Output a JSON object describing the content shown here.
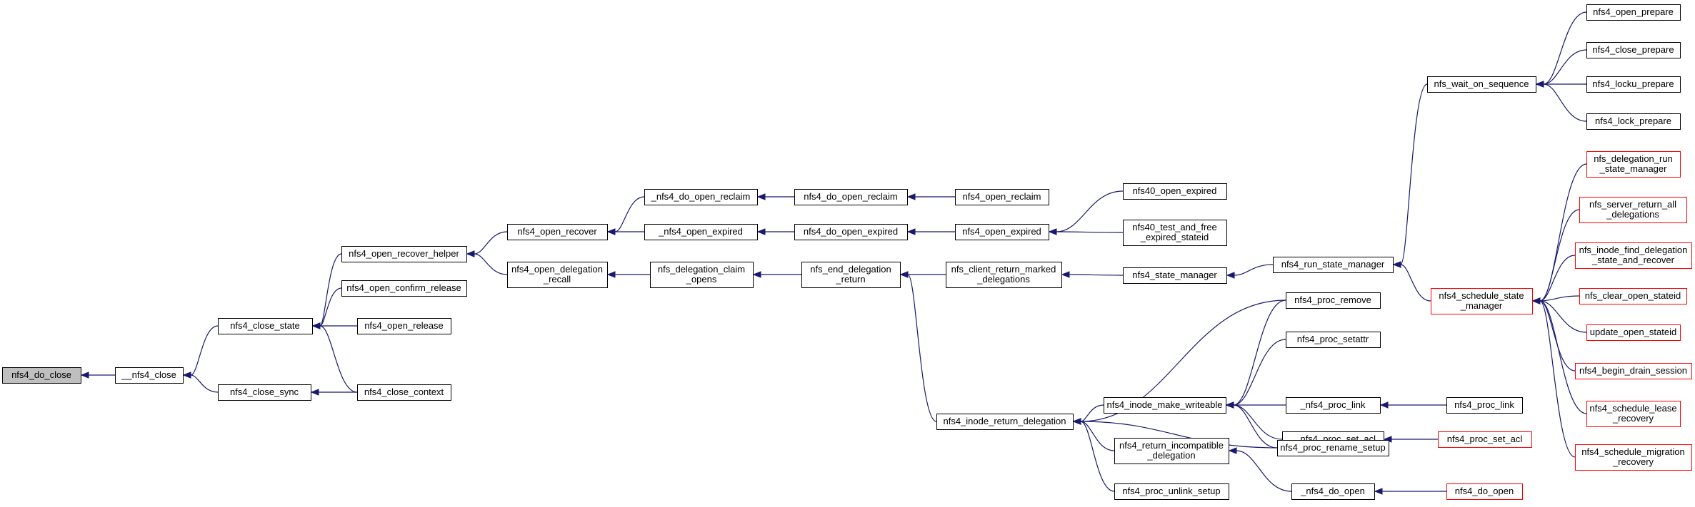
{
  "colors": {
    "edge": "#191970",
    "node_border": "#000000",
    "node_truncated_border": "#ff0000",
    "focus_fill": "#bfbfbf",
    "node_fill": "#ffffff"
  },
  "nodes": [
    {
      "id": "nfs4_do_close",
      "lines": [
        "nfs4_do_close"
      ],
      "focus": true
    },
    {
      "id": "__nfs4_close",
      "lines": [
        "__nfs4_close"
      ]
    },
    {
      "id": "nfs4_close_state",
      "lines": [
        "nfs4_close_state"
      ]
    },
    {
      "id": "nfs4_close_sync",
      "lines": [
        "nfs4_close_sync"
      ]
    },
    {
      "id": "nfs4_open_recover_helper",
      "lines": [
        "nfs4_open_recover_helper"
      ]
    },
    {
      "id": "nfs4_open_confirm_release",
      "lines": [
        "nfs4_open_confirm_release"
      ]
    },
    {
      "id": "nfs4_open_release",
      "lines": [
        "nfs4_open_release"
      ]
    },
    {
      "id": "nfs4_close_context",
      "lines": [
        "nfs4_close_context"
      ]
    },
    {
      "id": "nfs4_open_recover",
      "lines": [
        "nfs4_open_recover"
      ]
    },
    {
      "id": "nfs4_open_delegation_recall",
      "lines": [
        "nfs4_open_delegation",
        "_recall"
      ]
    },
    {
      "id": "_nfs4_do_open_reclaim",
      "lines": [
        "_nfs4_do_open_reclaim"
      ]
    },
    {
      "id": "_nfs4_open_expired",
      "lines": [
        "_nfs4_open_expired"
      ]
    },
    {
      "id": "nfs_delegation_claim_opens",
      "lines": [
        "nfs_delegation_claim",
        "_opens"
      ]
    },
    {
      "id": "nfs4_do_open_reclaim",
      "lines": [
        "nfs4_do_open_reclaim"
      ]
    },
    {
      "id": "nfs4_do_open_expired",
      "lines": [
        "nfs4_do_open_expired"
      ]
    },
    {
      "id": "nfs_end_delegation_return",
      "lines": [
        "nfs_end_delegation",
        "_return"
      ]
    },
    {
      "id": "nfs4_open_reclaim",
      "lines": [
        "nfs4_open_reclaim"
      ]
    },
    {
      "id": "nfs4_open_expired",
      "lines": [
        "nfs4_open_expired"
      ]
    },
    {
      "id": "nfs_client_return_marked_delegations",
      "lines": [
        "nfs_client_return_marked",
        "_delegations"
      ]
    },
    {
      "id": "nfs4_inode_return_delegation",
      "lines": [
        "nfs4_inode_return_delegation"
      ]
    },
    {
      "id": "nfs40_open_expired",
      "lines": [
        "nfs40_open_expired"
      ]
    },
    {
      "id": "nfs40_test_and_free_expired_stateid",
      "lines": [
        "nfs40_test_and_free",
        "_expired_stateid"
      ]
    },
    {
      "id": "nfs4_state_manager",
      "lines": [
        "nfs4_state_manager"
      ]
    },
    {
      "id": "nfs4_inode_make_writeable",
      "lines": [
        "nfs4_inode_make_writeable"
      ]
    },
    {
      "id": "nfs4_return_incompatible_delegation",
      "lines": [
        "nfs4_return_incompatible",
        "_delegation"
      ]
    },
    {
      "id": "nfs4_proc_unlink_setup",
      "lines": [
        "nfs4_proc_unlink_setup"
      ]
    },
    {
      "id": "nfs4_run_state_manager",
      "lines": [
        "nfs4_run_state_manager"
      ]
    },
    {
      "id": "nfs4_proc_remove",
      "lines": [
        "nfs4_proc_remove"
      ]
    },
    {
      "id": "nfs4_proc_setattr",
      "lines": [
        "nfs4_proc_setattr"
      ]
    },
    {
      "id": "_nfs4_proc_link",
      "lines": [
        "_nfs4_proc_link"
      ]
    },
    {
      "id": "__nfs4_proc_set_acl",
      "lines": [
        "__nfs4_proc_set_acl"
      ]
    },
    {
      "id": "nfs4_proc_rename_setup",
      "lines": [
        "nfs4_proc_rename_setup"
      ]
    },
    {
      "id": "_nfs4_do_open",
      "lines": [
        "_nfs4_do_open"
      ]
    },
    {
      "id": "nfs_wait_on_sequence",
      "lines": [
        "nfs_wait_on_sequence"
      ]
    },
    {
      "id": "nfs4_schedule_state_manager",
      "lines": [
        "nfs4_schedule_state",
        "_manager"
      ],
      "truncated": true
    },
    {
      "id": "nfs4_proc_link",
      "lines": [
        "nfs4_proc_link"
      ]
    },
    {
      "id": "nfs4_proc_set_acl",
      "lines": [
        "nfs4_proc_set_acl"
      ],
      "truncated": true
    },
    {
      "id": "nfs4_do_open",
      "lines": [
        "nfs4_do_open"
      ],
      "truncated": true
    },
    {
      "id": "nfs4_open_prepare",
      "lines": [
        "nfs4_open_prepare"
      ]
    },
    {
      "id": "nfs4_close_prepare",
      "lines": [
        "nfs4_close_prepare"
      ]
    },
    {
      "id": "nfs4_locku_prepare",
      "lines": [
        "nfs4_locku_prepare"
      ]
    },
    {
      "id": "nfs4_lock_prepare",
      "lines": [
        "nfs4_lock_prepare"
      ]
    },
    {
      "id": "nfs_delegation_run_state_manager",
      "lines": [
        "nfs_delegation_run",
        "_state_manager"
      ],
      "truncated": true
    },
    {
      "id": "nfs_server_return_all_delegations",
      "lines": [
        "nfs_server_return_all",
        "_delegations"
      ],
      "truncated": true
    },
    {
      "id": "nfs_inode_find_delegation_state_and_recover",
      "lines": [
        "nfs_inode_find_delegation",
        "_state_and_recover"
      ],
      "truncated": true
    },
    {
      "id": "nfs_clear_open_stateid",
      "lines": [
        "nfs_clear_open_stateid"
      ],
      "truncated": true
    },
    {
      "id": "update_open_stateid",
      "lines": [
        "update_open_stateid"
      ],
      "truncated": true
    },
    {
      "id": "nfs4_begin_drain_session",
      "lines": [
        "nfs4_begin_drain_session"
      ],
      "truncated": true
    },
    {
      "id": "nfs4_schedule_lease_recovery",
      "lines": [
        "nfs4_schedule_lease",
        "_recovery"
      ],
      "truncated": true
    },
    {
      "id": "nfs4_schedule_migration_recovery",
      "lines": [
        "nfs4_schedule_migration",
        "_recovery"
      ],
      "truncated": true
    }
  ],
  "edges": [
    [
      "__nfs4_close",
      "nfs4_do_close"
    ],
    [
      "nfs4_close_state",
      "__nfs4_close"
    ],
    [
      "nfs4_close_sync",
      "__nfs4_close"
    ],
    [
      "nfs4_open_recover_helper",
      "nfs4_close_state"
    ],
    [
      "nfs4_open_confirm_release",
      "nfs4_close_state"
    ],
    [
      "nfs4_open_release",
      "nfs4_close_state"
    ],
    [
      "nfs4_close_context",
      "nfs4_close_state"
    ],
    [
      "nfs4_close_context",
      "nfs4_close_sync"
    ],
    [
      "nfs4_open_recover",
      "nfs4_open_recover_helper"
    ],
    [
      "nfs4_open_delegation_recall",
      "nfs4_open_recover_helper"
    ],
    [
      "_nfs4_do_open_reclaim",
      "nfs4_open_recover"
    ],
    [
      "_nfs4_open_expired",
      "nfs4_open_recover"
    ],
    [
      "nfs_delegation_claim_opens",
      "nfs4_open_delegation_recall"
    ],
    [
      "nfs4_do_open_reclaim",
      "_nfs4_do_open_reclaim"
    ],
    [
      "nfs4_do_open_expired",
      "_nfs4_open_expired"
    ],
    [
      "nfs_end_delegation_return",
      "nfs_delegation_claim_opens"
    ],
    [
      "nfs4_open_reclaim",
      "nfs4_do_open_reclaim"
    ],
    [
      "nfs4_open_expired",
      "nfs4_do_open_expired"
    ],
    [
      "nfs_client_return_marked_delegations",
      "nfs_end_delegation_return"
    ],
    [
      "nfs4_inode_return_delegation",
      "nfs_end_delegation_return"
    ],
    [
      "nfs40_open_expired",
      "nfs4_open_expired"
    ],
    [
      "nfs40_test_and_free_expired_stateid",
      "nfs4_open_expired"
    ],
    [
      "nfs4_state_manager",
      "nfs_client_return_marked_delegations"
    ],
    [
      "nfs4_inode_make_writeable",
      "nfs4_inode_return_delegation"
    ],
    [
      "nfs4_proc_remove",
      "nfs4_inode_return_delegation"
    ],
    [
      "nfs4_return_incompatible_delegation",
      "nfs4_inode_return_delegation"
    ],
    [
      "nfs4_proc_rename_setup",
      "nfs4_inode_return_delegation"
    ],
    [
      "nfs4_proc_unlink_setup",
      "nfs4_inode_return_delegation"
    ],
    [
      "nfs4_run_state_manager",
      "nfs4_state_manager"
    ],
    [
      "nfs4_proc_remove",
      "nfs4_inode_make_writeable"
    ],
    [
      "nfs4_proc_setattr",
      "nfs4_inode_make_writeable"
    ],
    [
      "_nfs4_proc_link",
      "nfs4_inode_make_writeable"
    ],
    [
      "__nfs4_proc_set_acl",
      "nfs4_inode_make_writeable"
    ],
    [
      "nfs4_proc_rename_setup",
      "nfs4_inode_make_writeable"
    ],
    [
      "_nfs4_do_open",
      "nfs4_return_incompatible_delegation"
    ],
    [
      "nfs_wait_on_sequence",
      "nfs4_run_state_manager"
    ],
    [
      "nfs4_schedule_state_manager",
      "nfs4_run_state_manager"
    ],
    [
      "nfs4_proc_link",
      "_nfs4_proc_link"
    ],
    [
      "nfs4_proc_set_acl",
      "__nfs4_proc_set_acl"
    ],
    [
      "nfs4_do_open",
      "_nfs4_do_open"
    ],
    [
      "nfs4_open_prepare",
      "nfs_wait_on_sequence"
    ],
    [
      "nfs4_close_prepare",
      "nfs_wait_on_sequence"
    ],
    [
      "nfs4_locku_prepare",
      "nfs_wait_on_sequence"
    ],
    [
      "nfs4_lock_prepare",
      "nfs_wait_on_sequence"
    ],
    [
      "nfs_delegation_run_state_manager",
      "nfs4_schedule_state_manager"
    ],
    [
      "nfs_server_return_all_delegations",
      "nfs4_schedule_state_manager"
    ],
    [
      "nfs_inode_find_delegation_state_and_recover",
      "nfs4_schedule_state_manager"
    ],
    [
      "nfs_clear_open_stateid",
      "nfs4_schedule_state_manager"
    ],
    [
      "update_open_stateid",
      "nfs4_schedule_state_manager"
    ],
    [
      "nfs4_begin_drain_session",
      "nfs4_schedule_state_manager"
    ],
    [
      "nfs4_schedule_lease_recovery",
      "nfs4_schedule_state_manager"
    ],
    [
      "nfs4_schedule_migration_recovery",
      "nfs4_schedule_state_manager"
    ]
  ]
}
